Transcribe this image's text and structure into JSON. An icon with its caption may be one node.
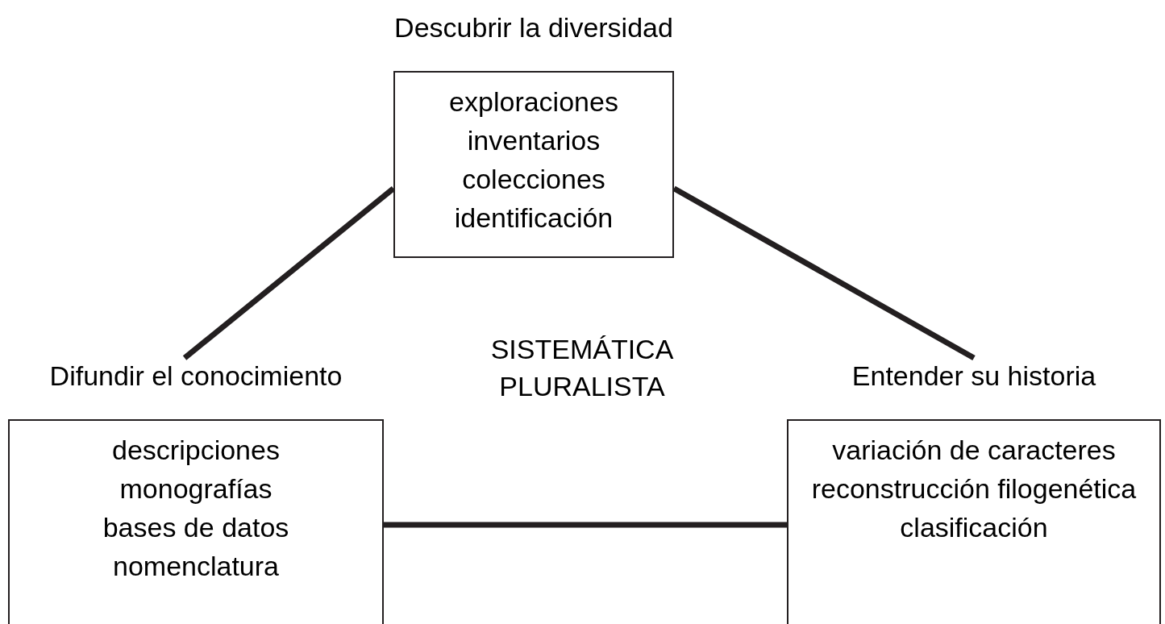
{
  "diagram": {
    "nodes": [
      {
        "text": [
          "Descubrir la diversidad",
          "exploraciones",
          "inventarios",
          "colecciones",
          "identificación"
        ]
      },
      {
        "text": [
          "Difundir el conocimiento",
          "descripciones",
          "monografías",
          "bases de datos",
          "nomenclatura"
        ]
      },
      {
        "text": [
          "Entender su historia",
          "variación de caracteres",
          "reconstrucción filogenética",
          "clasificación"
        ]
      }
    ],
    "edges": [
      {
        "from": 0,
        "to": 1,
        "arrow": "none"
      },
      {
        "from": 0,
        "to": 2,
        "arrow": "none"
      },
      {
        "from": 1,
        "to": 2,
        "arrow": "none"
      }
    ],
    "labels": [
      "SISTEMÁTICA PLURALISTA"
    ]
  }
}
